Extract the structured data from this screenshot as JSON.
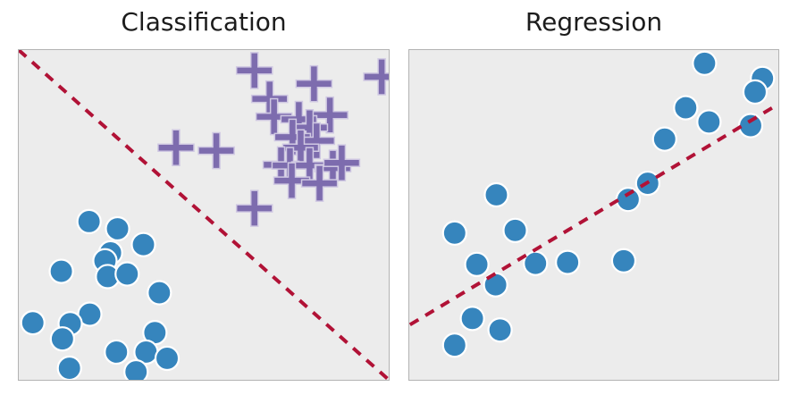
{
  "figure": {
    "background": "#ffffff",
    "plot_background": "#ececec",
    "plot_border_color": "#b3b3b3"
  },
  "panels": [
    {
      "title": "Classification",
      "chart_data": {
        "type": "scatter",
        "title": "Classification",
        "xlabel": "",
        "ylabel": "",
        "axes_visible": false,
        "grid": false,
        "legend": null,
        "xlim": [
          0,
          100
        ],
        "ylim": [
          0,
          100
        ],
        "series": [
          {
            "name": "class-blue-circles",
            "marker": "circle",
            "color": "#3685bd",
            "edge_color": "#ffffff",
            "radius": 13,
            "edge_width": 2.2,
            "points": [
              [
                19.0,
                48.0
              ],
              [
                26.7,
                45.8
              ],
              [
                33.7,
                41.0
              ],
              [
                11.5,
                32.9
              ],
              [
                24.8,
                38.5
              ],
              [
                23.3,
                36.1
              ],
              [
                24.0,
                31.3
              ],
              [
                29.3,
                32.1
              ],
              [
                38.0,
                26.4
              ],
              [
                19.2,
                19.9
              ],
              [
                3.8,
                17.3
              ],
              [
                13.9,
                17.0
              ],
              [
                11.8,
                12.4
              ],
              [
                13.7,
                3.5
              ],
              [
                26.4,
                8.4
              ],
              [
                36.8,
                14.3
              ],
              [
                34.4,
                8.4
              ],
              [
                40.1,
                6.5
              ],
              [
                31.7,
                2.4
              ]
            ]
          },
          {
            "name": "class-purple-plusses",
            "marker": "plus",
            "color": "#7d6cae",
            "edge_color": "#cfc8e2",
            "size": 40,
            "thickness": 8,
            "edge_width": 1.5,
            "points": [
              [
                63.7,
                93.8
              ],
              [
                79.8,
                89.8
              ],
              [
                98.1,
                91.9
              ],
              [
                67.8,
                85.2
              ],
              [
                69.0,
                79.8
              ],
              [
                84.1,
                80.3
              ],
              [
                75.7,
                79.0
              ],
              [
                78.6,
                76.5
              ],
              [
                74.0,
                73.6
              ],
              [
                80.5,
                72.5
              ],
              [
                76.2,
                70.4
              ],
              [
                42.5,
                70.4
              ],
              [
                53.4,
                69.5
              ],
              [
                70.9,
                65.2
              ],
              [
                73.3,
                65.0
              ],
              [
                78.6,
                65.0
              ],
              [
                84.9,
                64.2
              ],
              [
                87.3,
                65.8
              ],
              [
                73.8,
                60.4
              ],
              [
                81.3,
                59.6
              ],
              [
                63.7,
                52.0
              ]
            ]
          }
        ],
        "line": {
          "name": "decision-boundary",
          "style": "dashed",
          "color": "#b11236",
          "width": 4,
          "dash": "11 9",
          "from": [
            0,
            100
          ],
          "to": [
            100,
            0
          ]
        }
      }
    },
    {
      "title": "Regression",
      "chart_data": {
        "type": "scatter",
        "title": "Regression",
        "xlabel": "",
        "ylabel": "",
        "axes_visible": false,
        "grid": false,
        "legend": null,
        "xlim": [
          0,
          100
        ],
        "ylim": [
          0,
          100
        ],
        "series": [
          {
            "name": "regression-blue-circles",
            "marker": "circle",
            "color": "#3685bd",
            "edge_color": "#ffffff",
            "radius": 13,
            "edge_width": 2.2,
            "points": [
              [
                80.0,
                96.0
              ],
              [
                95.7,
                91.4
              ],
              [
                93.7,
                87.3
              ],
              [
                74.9,
                82.5
              ],
              [
                81.2,
                78.2
              ],
              [
                92.5,
                77.1
              ],
              [
                69.2,
                73.0
              ],
              [
                64.6,
                59.6
              ],
              [
                59.3,
                54.7
              ],
              [
                58.1,
                36.1
              ],
              [
                42.9,
                35.6
              ],
              [
                34.2,
                35.3
              ],
              [
                23.6,
                56.1
              ],
              [
                12.3,
                44.5
              ],
              [
                28.7,
                45.3
              ],
              [
                18.3,
                35.0
              ],
              [
                23.4,
                28.8
              ],
              [
                17.1,
                18.6
              ],
              [
                24.6,
                15.1
              ],
              [
                12.3,
                10.5
              ]
            ]
          }
        ],
        "line": {
          "name": "regression-fit",
          "style": "dashed",
          "color": "#b11236",
          "width": 4,
          "dash": "11 9",
          "from": [
            0.2,
            16.7
          ],
          "to": [
            100,
            83.6
          ]
        }
      }
    }
  ]
}
